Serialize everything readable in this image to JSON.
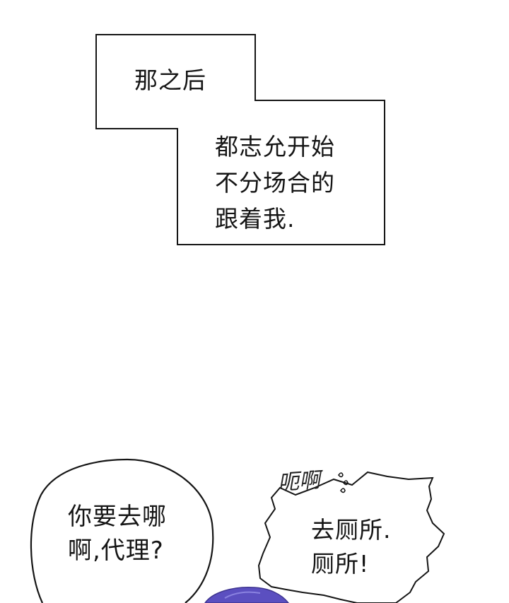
{
  "caption_box": {
    "line1": "那之后",
    "body_lines": [
      "都志允开始",
      "不分场合的",
      "跟着我."
    ]
  },
  "question_bubble": {
    "lines": [
      "你要去哪",
      "啊,代理?"
    ]
  },
  "answer_bubble": {
    "sfx": "呃啊",
    "lines": [
      "去厕所.",
      "厕所!"
    ]
  },
  "colors": {
    "background": "#ffffff",
    "ink": "#151515",
    "hair": "#5b4fc0"
  }
}
